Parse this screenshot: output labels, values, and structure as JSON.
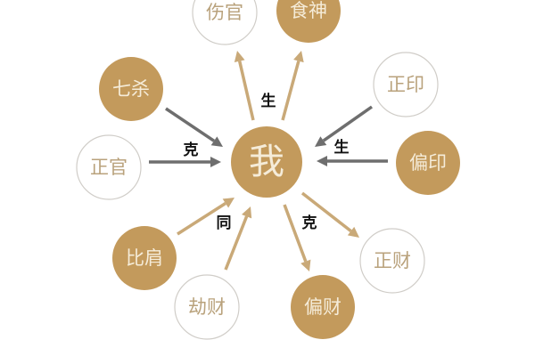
{
  "colors": {
    "gold": "#c39a5c",
    "filled_text": "#f5ecd9",
    "outline_stroke": "#d0cdc8",
    "outline_text": "#b9a27c",
    "arrow_gray": "#6e6e6e",
    "arrow_tan": "#c9a978",
    "label": "#111111"
  },
  "center": {
    "label": "我"
  },
  "nodes": [
    {
      "id": "shangguan",
      "label": "伤官",
      "style": "outline"
    },
    {
      "id": "shishen",
      "label": "食神",
      "style": "filled"
    },
    {
      "id": "qisha",
      "label": "七杀",
      "style": "filled"
    },
    {
      "id": "zhengyin",
      "label": "正印",
      "style": "outline"
    },
    {
      "id": "zhengguan",
      "label": "正官",
      "style": "outline"
    },
    {
      "id": "pianyin",
      "label": "偏印",
      "style": "filled"
    },
    {
      "id": "bijian",
      "label": "比肩",
      "style": "filled"
    },
    {
      "id": "zhengcai",
      "label": "正财",
      "style": "outline"
    },
    {
      "id": "jiecai",
      "label": "劫财",
      "style": "outline"
    },
    {
      "id": "piancai",
      "label": "偏财",
      "style": "filled"
    }
  ],
  "edges": [
    {
      "from": "center",
      "to": "shangguan",
      "color": "tan"
    },
    {
      "from": "center",
      "to": "shishen",
      "color": "tan"
    },
    {
      "from": "qisha",
      "to": "center",
      "color": "gray"
    },
    {
      "from": "zhengguan",
      "to": "center",
      "color": "gray"
    },
    {
      "from": "zhengyin",
      "to": "center",
      "color": "gray"
    },
    {
      "from": "pianyin",
      "to": "center",
      "color": "gray"
    },
    {
      "from": "bijian",
      "to": "center",
      "color": "tan"
    },
    {
      "from": "jiecai",
      "to": "center",
      "color": "tan"
    },
    {
      "from": "center",
      "to": "piancai",
      "color": "tan"
    },
    {
      "from": "center",
      "to": "zhengcai",
      "color": "tan"
    }
  ],
  "relation_labels": [
    {
      "id": "sheng-top",
      "text": "生"
    },
    {
      "id": "ke-left",
      "text": "克"
    },
    {
      "id": "sheng-right",
      "text": "生"
    },
    {
      "id": "tong-bottom",
      "text": "同"
    },
    {
      "id": "ke-bottom",
      "text": "克"
    }
  ]
}
